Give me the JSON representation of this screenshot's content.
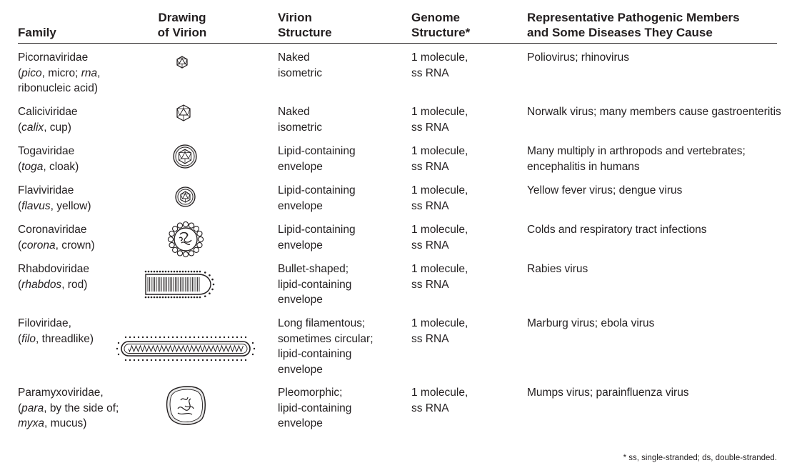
{
  "headers": {
    "family": "Family",
    "drawing": [
      "Drawing",
      "of Virion"
    ],
    "structure": [
      "Virion",
      "Structure"
    ],
    "genome": [
      "Genome",
      "Structure*"
    ],
    "members": [
      "Representative Pathogenic Members",
      "and Some Diseases They Cause"
    ]
  },
  "rows": [
    {
      "family": [
        [
          "Picornaviridae"
        ],
        [
          [
            "(",
            false
          ],
          [
            "pico",
            true
          ],
          [
            ", micro; ",
            false
          ],
          [
            "rna",
            true
          ],
          [
            ",",
            false
          ]
        ],
        [
          "ribonucleic acid)"
        ]
      ],
      "icon": "small-icosahedron-icon",
      "structure": [
        "Naked",
        "isometric"
      ],
      "genome": [
        "1 molecule,",
        "ss RNA"
      ],
      "members": [
        "Poliovirus; rhinovirus"
      ]
    },
    {
      "family": [
        [
          "Caliciviridae"
        ],
        [
          [
            "(",
            false
          ],
          [
            "calix",
            true
          ],
          [
            ", cup)",
            false
          ]
        ]
      ],
      "icon": "icosahedron-icon",
      "structure": [
        "Naked",
        "isometric"
      ],
      "genome": [
        "1 molecule,",
        "ss RNA"
      ],
      "members": [
        "Norwalk virus; many members cause gastroenteritis"
      ]
    },
    {
      "family": [
        [
          "Togaviridae"
        ],
        [
          [
            "(",
            false
          ],
          [
            "toga",
            true
          ],
          [
            ", cloak)",
            false
          ]
        ]
      ],
      "icon": "enveloped-icosahedron-icon",
      "structure": [
        "Lipid-containing",
        "envelope"
      ],
      "genome": [
        "1 molecule,",
        "ss RNA"
      ],
      "members": [
        "Many multiply in arthropods and vertebrates;",
        "encephalitis in humans"
      ]
    },
    {
      "family": [
        [
          "Flaviviridae"
        ],
        [
          [
            "(",
            false
          ],
          [
            "flavus",
            true
          ],
          [
            ", yellow)",
            false
          ]
        ]
      ],
      "icon": "small-enveloped-icosahedron-icon",
      "structure": [
        "Lipid-containing",
        "envelope"
      ],
      "genome": [
        "1 molecule,",
        "ss RNA"
      ],
      "members": [
        "Yellow fever virus; dengue virus"
      ]
    },
    {
      "family": [
        [
          "Coronaviridae"
        ],
        [
          [
            "(",
            false
          ],
          [
            "corona",
            true
          ],
          [
            ", crown)",
            false
          ]
        ]
      ],
      "icon": "crowned-virion-icon",
      "structure": [
        "Lipid-containing",
        "envelope"
      ],
      "genome": [
        "1 molecule,",
        "ss RNA"
      ],
      "members": [
        "Colds and respiratory tract infections"
      ]
    },
    {
      "family": [
        [
          "Rhabdoviridae"
        ],
        [
          [
            "(",
            false
          ],
          [
            "rhabdos",
            true
          ],
          [
            ", rod)",
            false
          ]
        ]
      ],
      "icon": "bullet-virion-icon",
      "structure": [
        "Bullet-shaped;",
        "lipid-containing",
        "envelope"
      ],
      "genome": [
        "1 molecule,",
        "ss RNA"
      ],
      "members": [
        "Rabies virus"
      ]
    },
    {
      "family": [
        [
          "Filoviridae,"
        ],
        [
          [
            "(",
            false
          ],
          [
            "filo",
            true
          ],
          [
            ", threadlike)",
            false
          ]
        ]
      ],
      "icon": "filament-virion-icon",
      "structure": [
        "Long filamentous;",
        "sometimes circular;",
        "lipid-containing",
        "envelope"
      ],
      "genome": [
        "1 molecule,",
        "ss RNA"
      ],
      "members": [
        "Marburg virus; ebola virus"
      ]
    },
    {
      "family": [
        [
          "Paramyxoviridae,"
        ],
        [
          [
            "(",
            false
          ],
          [
            "para",
            true
          ],
          [
            ", by the side of;",
            false
          ]
        ],
        [
          [
            "myxa",
            true
          ],
          [
            ", mucus)",
            false
          ]
        ]
      ],
      "icon": "pleomorphic-virion-icon",
      "structure": [
        "Pleomorphic;",
        "lipid-containing",
        "envelope"
      ],
      "genome": [
        "1 molecule,",
        "ss RNA"
      ],
      "members": [
        "Mumps virus; parainfluenza virus"
      ]
    }
  ],
  "footnote": "* ss, single-stranded; ds, double-stranded."
}
